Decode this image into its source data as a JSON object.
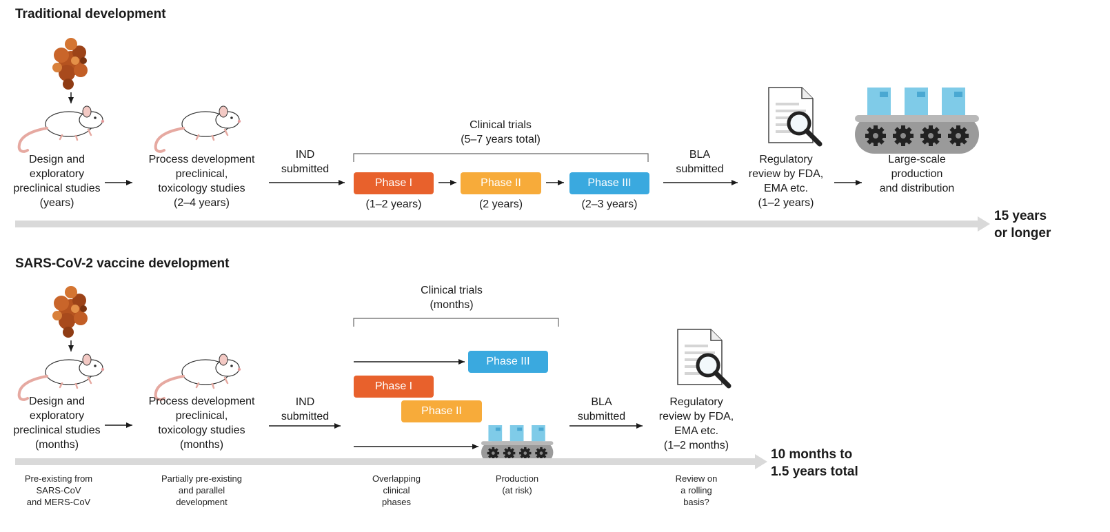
{
  "traditional": {
    "title": "Traditional development",
    "design_lines": [
      "Design and",
      "exploratory",
      "preclinical studies",
      "(years)"
    ],
    "process_lines": [
      "Process development",
      "preclinical,",
      "toxicology studies",
      "(2–4 years)"
    ],
    "ind_lines": [
      "IND",
      "submitted"
    ],
    "clinical_lines": [
      "Clinical trials",
      "(5–7 years total)"
    ],
    "phase1": {
      "label": "Phase I",
      "duration": "(1–2 years)"
    },
    "phase2": {
      "label": "Phase II",
      "duration": "(2 years)"
    },
    "phase3": {
      "label": "Phase III",
      "duration": "(2–3 years)"
    },
    "bla_lines": [
      "BLA",
      "submitted"
    ],
    "review_lines": [
      "Regulatory",
      "review by FDA,",
      "EMA etc.",
      "(1–2 years)"
    ],
    "production_lines": [
      "Large-scale",
      "production",
      "and distribution"
    ],
    "total_lines": [
      "15 years",
      "or longer"
    ]
  },
  "sars": {
    "title": "SARS-CoV-2 vaccine development",
    "design_lines": [
      "Design and",
      "exploratory",
      "preclinical studies",
      "(months)"
    ],
    "process_lines": [
      "Process development",
      "preclinical,",
      "toxicology studies",
      "(months)"
    ],
    "ind_lines": [
      "IND",
      "submitted"
    ],
    "clinical_lines": [
      "Clinical trials",
      "(months)"
    ],
    "phase1": {
      "label": "Phase I"
    },
    "phase2": {
      "label": "Phase II"
    },
    "phase3": {
      "label": "Phase III"
    },
    "bla_lines": [
      "BLA",
      "submitted"
    ],
    "review_lines": [
      "Regulatory",
      "review by FDA,",
      "EMA etc.",
      "(1–2 months)"
    ],
    "total_lines": [
      "10 months to",
      "1.5 years total"
    ],
    "notes": {
      "preexisting": [
        "Pre-existing from",
        "SARS-CoV",
        "and MERS-CoV"
      ],
      "partial": [
        "Partially pre-existing",
        "and parallel",
        "development"
      ],
      "overlap": [
        "Overlapping",
        "clinical",
        "phases"
      ],
      "production": [
        "Production",
        "(at risk)"
      ],
      "rolling": [
        "Review on",
        "a rolling",
        "basis?"
      ]
    }
  },
  "colors": {
    "phase1": "#e8612c",
    "phase2": "#f7ab3a",
    "phase3": "#3aa9df",
    "timeline": "#d9d9d9",
    "virus": "#b5531f",
    "box": "#7fcbe8"
  }
}
